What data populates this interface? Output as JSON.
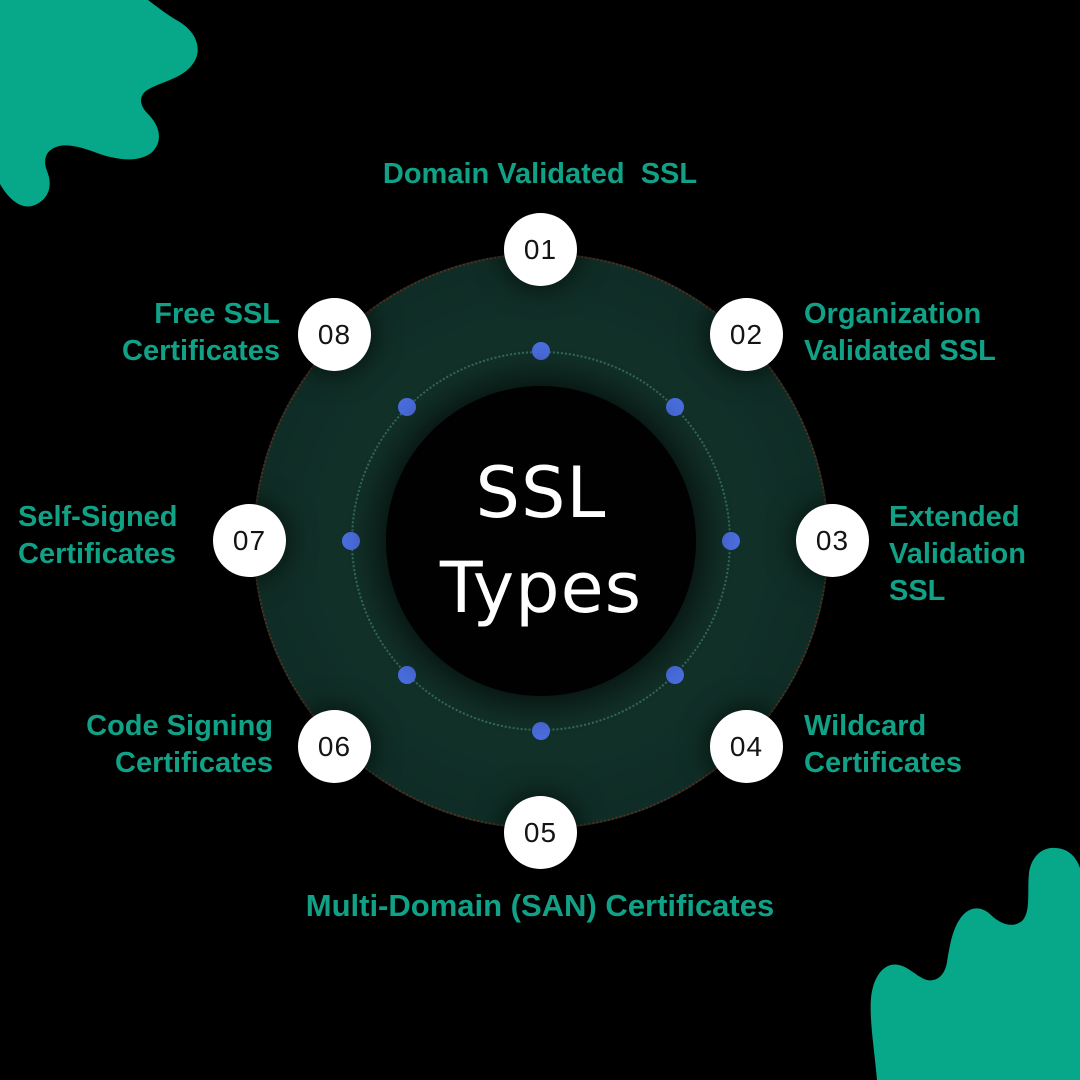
{
  "title": "SSL\nTypes",
  "items": [
    {
      "number": "01",
      "label": "Domain Validated  SSL",
      "position": "top"
    },
    {
      "number": "02",
      "label": "Organization\nValidated SSL",
      "position": "top-right"
    },
    {
      "number": "03",
      "label": "Extended\nValidation\nSSL",
      "position": "right"
    },
    {
      "number": "04",
      "label": "Wildcard\nCertificates",
      "position": "bottom-right"
    },
    {
      "number": "05",
      "label": "Multi-Domain (SAN) Certificates",
      "position": "bottom"
    },
    {
      "number": "06",
      "label": "Code Signing\nCertificates",
      "position": "bottom-left"
    },
    {
      "number": "07",
      "label": "Self-Signed\nCertificates",
      "position": "left"
    },
    {
      "number": "08",
      "label": "Free SSL\nCertificates",
      "position": "top-left"
    }
  ],
  "colors": {
    "background": "#000000",
    "ring_teal": "#0e2c25",
    "ring_edge_dotted_red": "#96301a",
    "core_black": "#010101",
    "title_white": "#ffffff",
    "label_teal": "#10a187",
    "orbit_dot_blue": "#4b6ee0",
    "orbit_dotted_teal": "#3e826c",
    "number_circle_white": "#ffffff",
    "number_text_dark": "#141414",
    "corner_blob_green": "#06a889"
  },
  "icons": [
    "splat-blob-top-left",
    "scallop-blob-bottom-right"
  ]
}
